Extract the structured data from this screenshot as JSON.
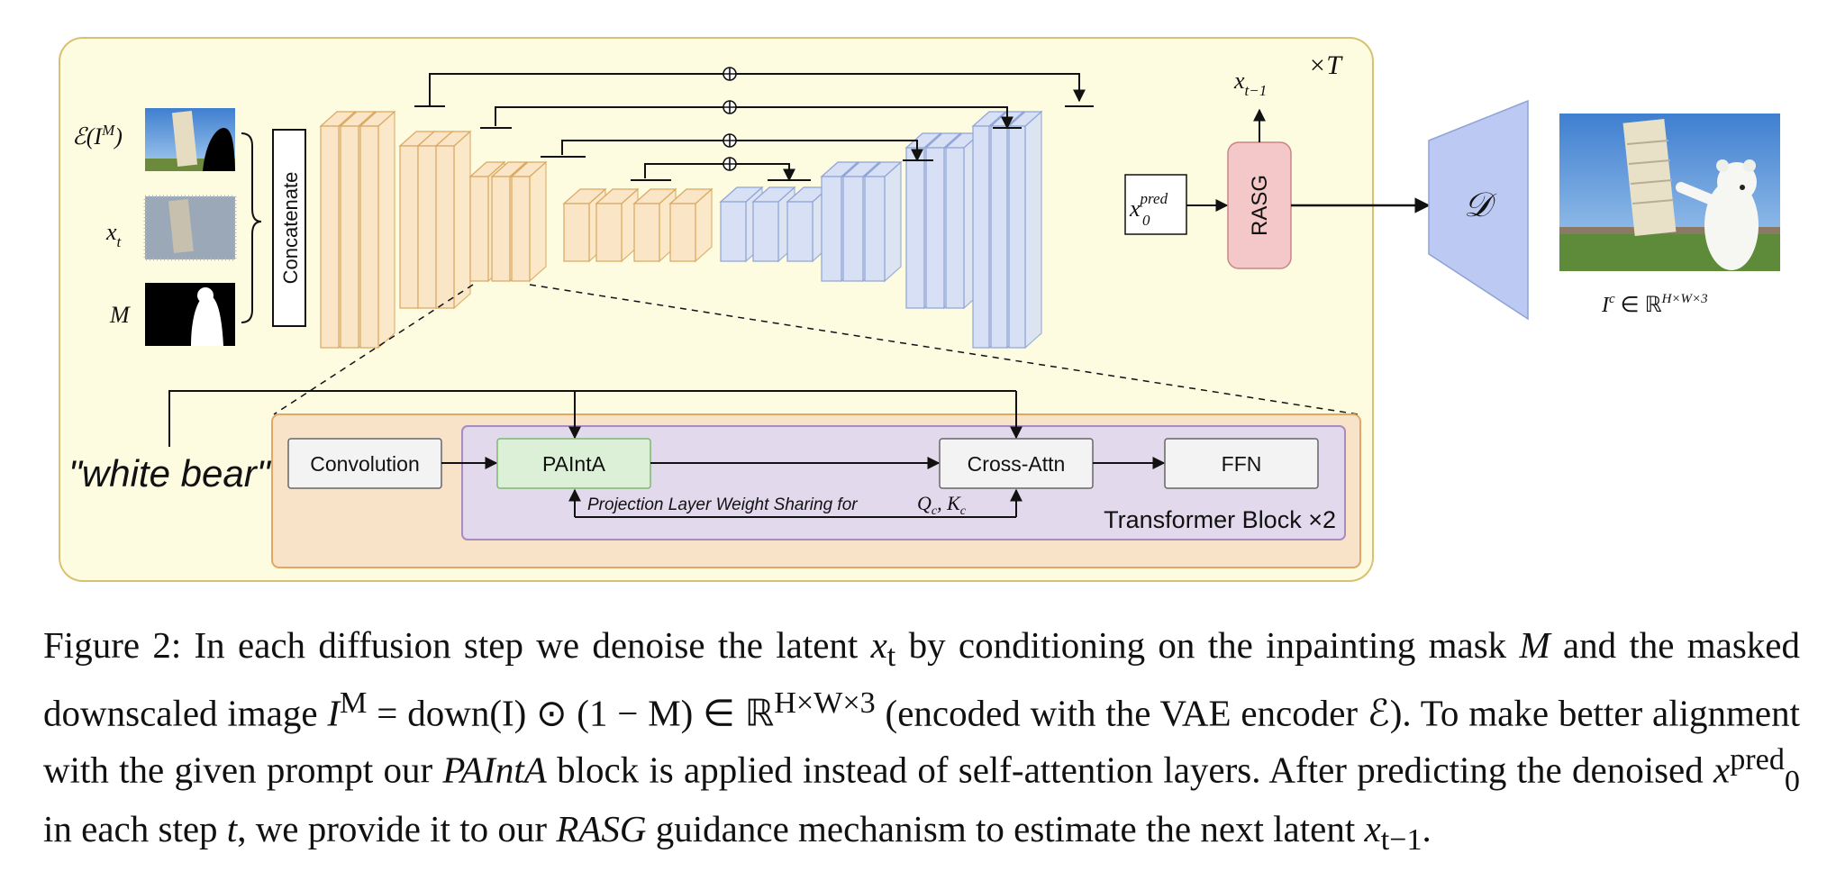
{
  "diagram": {
    "repeat_label": "×T",
    "inputs": [
      {
        "label": "ℰ(I",
        "sup": "M",
        "tail": ")",
        "image": "masked-tower-image"
      },
      {
        "label": "x",
        "sub": "t",
        "image": "noisy-latent-image"
      },
      {
        "label": "M",
        "image": "mask-image"
      }
    ],
    "concat_label": "Concatenate",
    "x0_label": "x",
    "x0_sup": "pred",
    "x0_sub": "0",
    "rasg_label": "RASG",
    "xt1_label": "x",
    "xt1_sub": "t−1",
    "decoder_label": "𝒟",
    "output_label": "I",
    "output_sup": "c",
    "output_mid": " ∈ ℝ",
    "output_sup2": "H×W×3",
    "prompt": "\"white bear\"",
    "conv_label": "Convolution",
    "paint_label": "PAIntA",
    "cross_label": "Cross-Attn",
    "ffn_label": "FFN",
    "proj_label": "Projection Layer Weight Sharing for",
    "proj_math": "Q",
    "proj_math_sub": "c",
    "proj_math_mid": ", K",
    "proj_math_sub2": "c",
    "transformer_label": "Transformer Block ×2",
    "colors": {
      "outer_bg": "#fdfbe0",
      "outer_border": "#d8c170",
      "encoder_fill": "#fae5c6",
      "encoder_stroke": "#d9a860",
      "decoder_fill": "#d8e0f5",
      "decoder_stroke": "#8ea3d6",
      "tb_bg": "#f8e3c9",
      "tb_border": "#e2a766",
      "inner_bg": "#e2d9ec",
      "inner_border": "#a78cc0",
      "paint_fill": "#dcefd7",
      "paint_stroke": "#7eb870",
      "rasg_fill": "#f4c8c8",
      "rasg_stroke": "#c98585",
      "decoder_trap": "#bcc9f2"
    }
  },
  "caption": {
    "c1": "Figure 2: In each diffusion step we denoise the latent ",
    "c2": "x",
    "c3": "t",
    "c4": " by conditioning on the inpainting mask ",
    "c5": "M",
    "c6": " and the masked downscaled image ",
    "c7": "I",
    "c8": "M",
    "c9": " = down(I) ⊙ (1 − M) ∈ ℝ",
    "c10": "H×W×3",
    "c11": " (encoded with the VAE encoder ℰ). To make better alignment with the given prompt our ",
    "c12": "PAIntA",
    "c13": " block is applied instead of self-attention layers. After predicting the denoised ",
    "c14": "x",
    "c15": "pred",
    "c16": "0",
    "c17": " in each step ",
    "c18": "t",
    "c19": ", we provide it to our ",
    "c20": "RASG",
    "c21": " guidance mechanism to estimate the next latent ",
    "c22": "x",
    "c23": "t−1",
    "c24": "."
  }
}
